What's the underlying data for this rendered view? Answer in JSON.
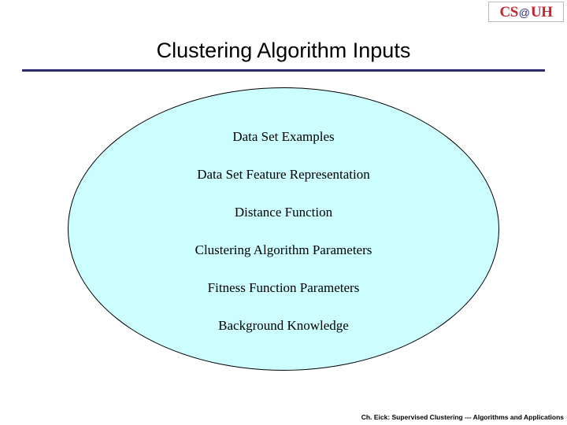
{
  "logo": {
    "cs": "CS",
    "at": "@",
    "uh": "UH"
  },
  "title": "Clustering Algorithm Inputs",
  "diagram": {
    "items": [
      "Data Set Examples",
      "Data Set Feature Representation",
      "Distance Function",
      "Clustering Algorithm Parameters",
      "Fitness Function Parameters",
      "Background Knowledge"
    ],
    "fill_color": "#CCFDFF",
    "border_color": "#000000"
  },
  "footer": "Ch. Eick: Supervised Clustering --- Algorithms and Applications"
}
